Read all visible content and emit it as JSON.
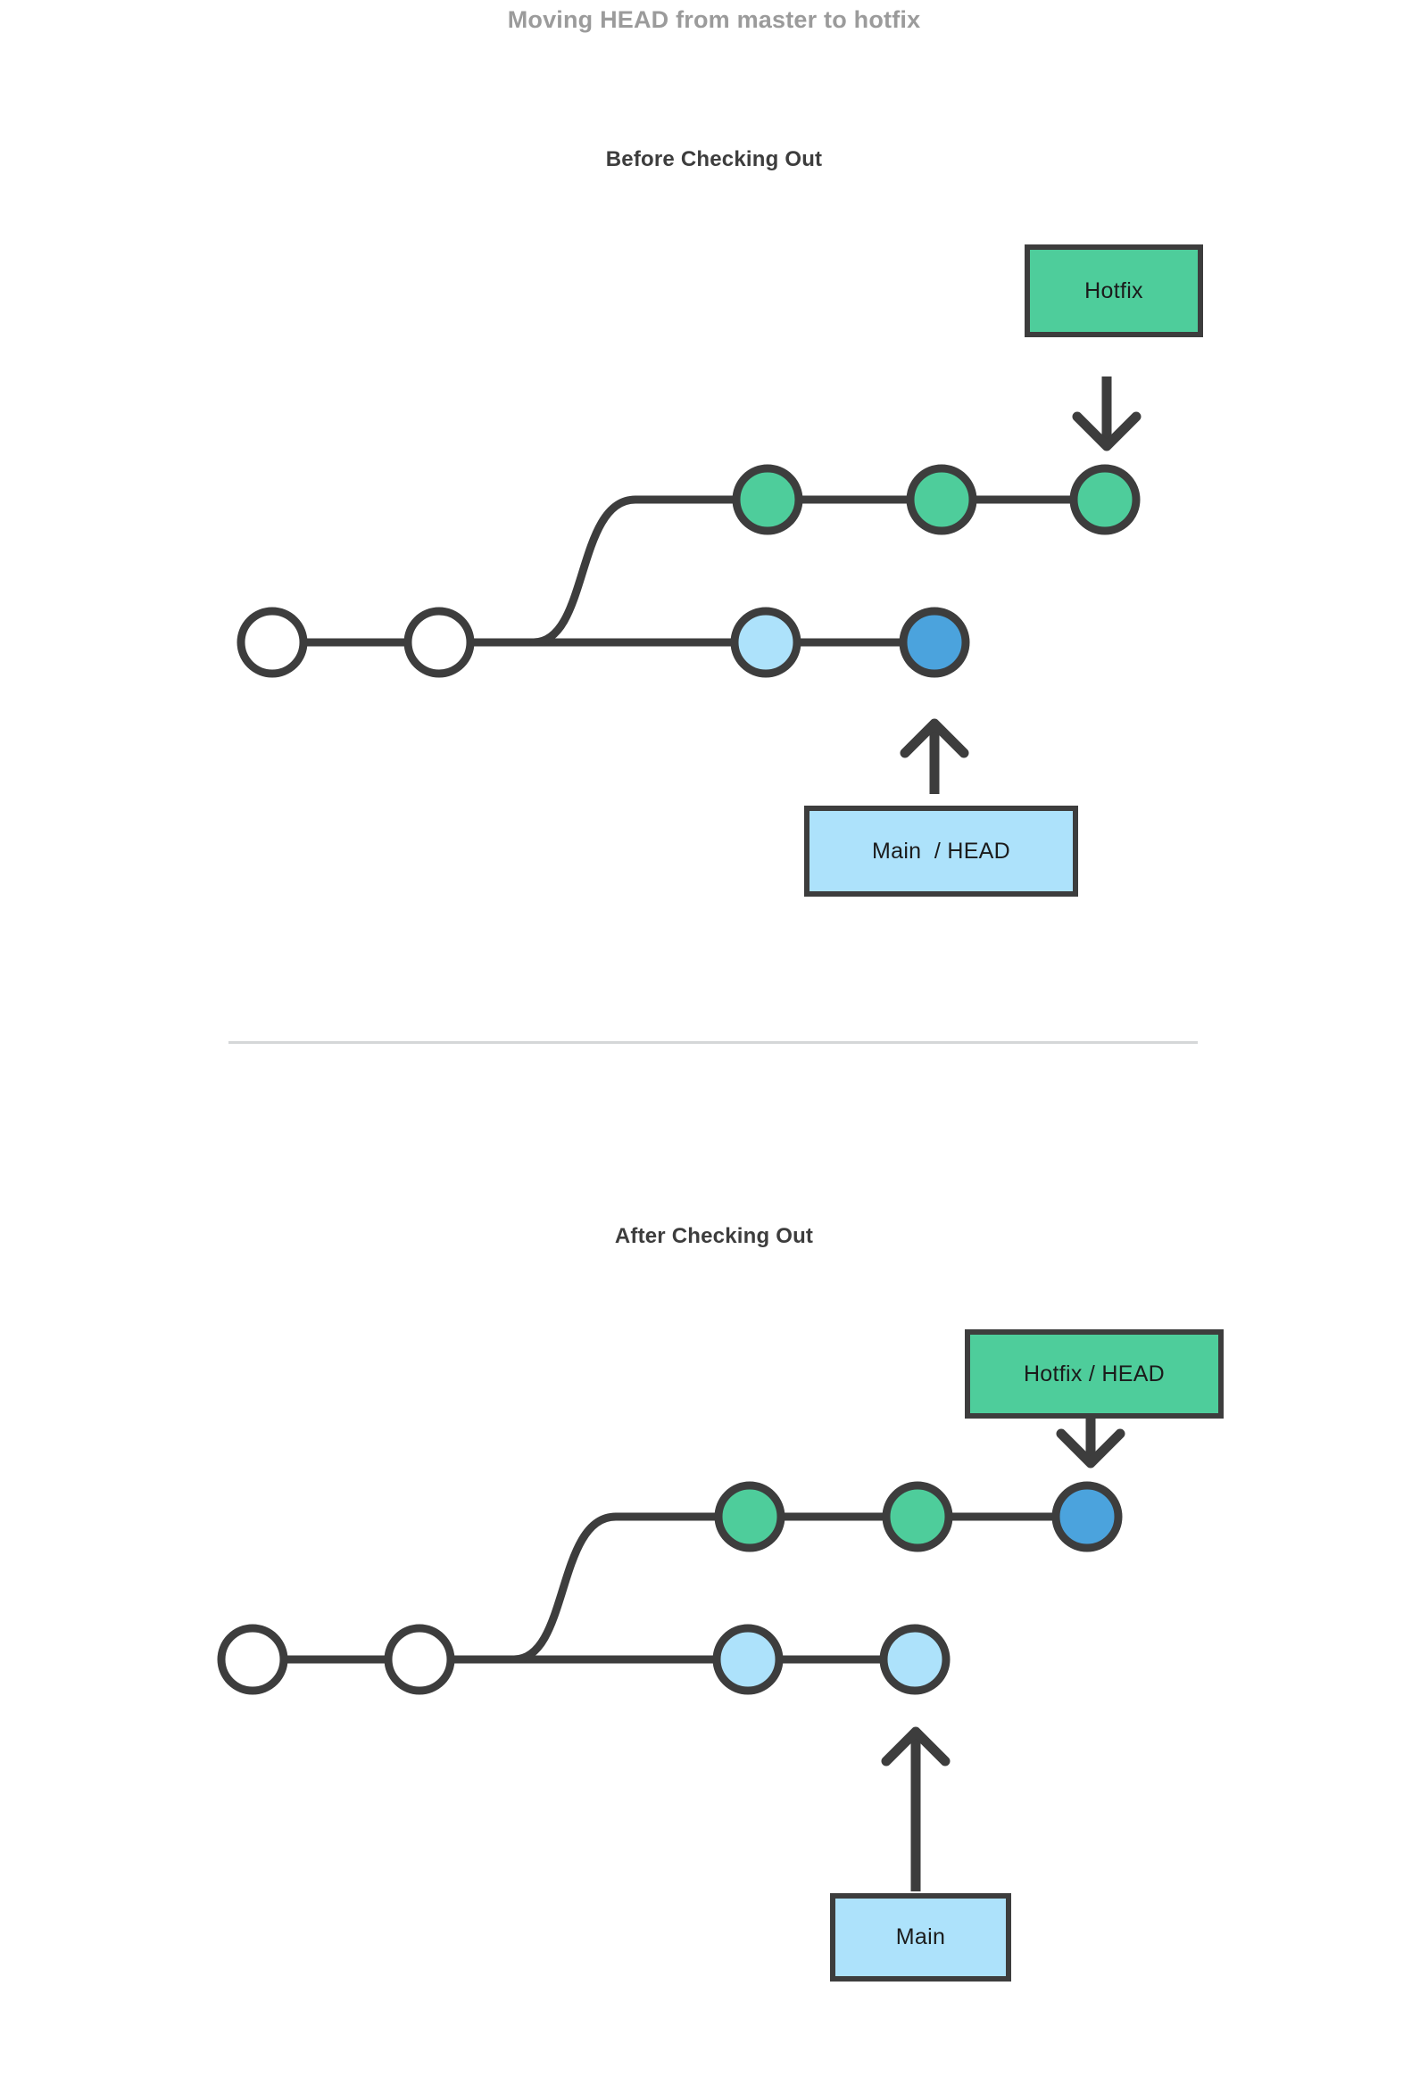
{
  "page": {
    "title": "Moving HEAD from master to hotfix",
    "title_color": "#9b9b9b",
    "background": "#ffffff"
  },
  "colors": {
    "stroke": "#3d3d3d",
    "green": "#4ecd9b",
    "light_blue": "#ade2fb",
    "blue": "#4ba3dd",
    "white": "#ffffff",
    "divider": "#d5d7d8",
    "heading": "#3d3d3d"
  },
  "sections": [
    {
      "id": "before",
      "heading": "Before Checking Out",
      "labels": {
        "hotfix": "Hotfix",
        "main": "Main  / HEAD"
      },
      "arrows": [
        {
          "name": "hotfix-down-arrow",
          "direction": "down"
        },
        {
          "name": "main-up-arrow",
          "direction": "up"
        }
      ],
      "graph": {
        "main_branch": [
          {
            "index": 0,
            "fill": "white"
          },
          {
            "index": 1,
            "fill": "white"
          },
          {
            "index": 2,
            "fill": "light_blue"
          },
          {
            "index": 3,
            "fill": "blue"
          }
        ],
        "hotfix_branch": [
          {
            "index": 0,
            "fill": "green"
          },
          {
            "index": 1,
            "fill": "green"
          },
          {
            "index": 2,
            "fill": "green"
          }
        ],
        "head_on": "main",
        "head_commit_fill": "blue"
      }
    },
    {
      "id": "after",
      "heading": "After Checking Out",
      "labels": {
        "hotfix": "Hotfix / HEAD",
        "main": "Main"
      },
      "arrows": [
        {
          "name": "hotfix-down-arrow",
          "direction": "down"
        },
        {
          "name": "main-up-arrow",
          "direction": "up"
        }
      ],
      "graph": {
        "main_branch": [
          {
            "index": 0,
            "fill": "white"
          },
          {
            "index": 1,
            "fill": "white"
          },
          {
            "index": 2,
            "fill": "light_blue"
          },
          {
            "index": 3,
            "fill": "light_blue"
          }
        ],
        "hotfix_branch": [
          {
            "index": 0,
            "fill": "green"
          },
          {
            "index": 1,
            "fill": "green"
          },
          {
            "index": 2,
            "fill": "blue"
          }
        ],
        "head_on": "hotfix",
        "head_commit_fill": "blue"
      }
    }
  ],
  "divider": {
    "name": "section-divider"
  }
}
